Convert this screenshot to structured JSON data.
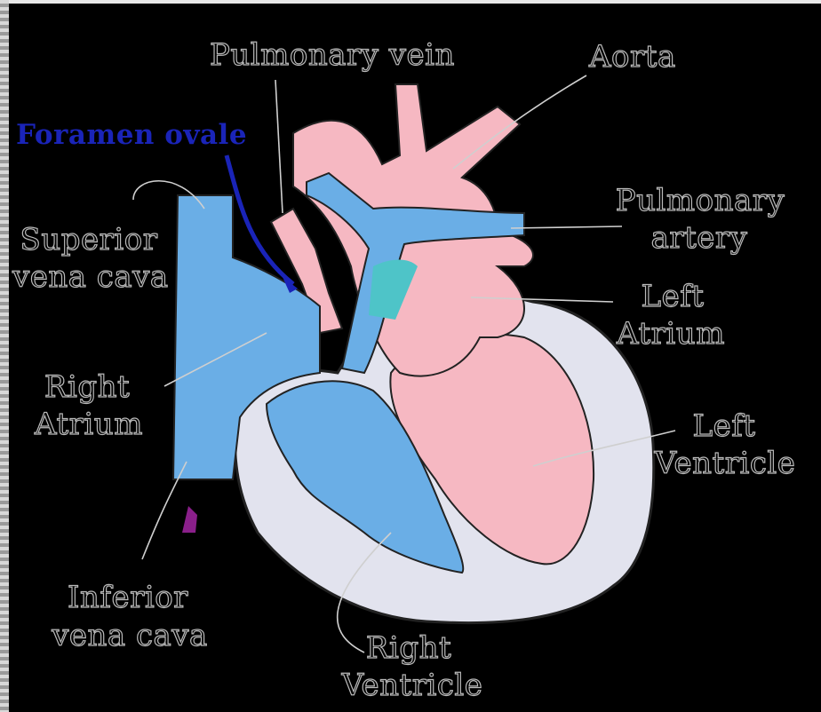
{
  "labels": {
    "pulmonary_vein": "Pulmonary vein",
    "aorta": "Aorta",
    "foramen_ovale": "Foramen ovale",
    "superior_vena_cava_1": "Superior",
    "superior_vena_cava_2": "vena cava",
    "pulmonary_artery_1": "Pulmonary",
    "pulmonary_artery_2": "artery",
    "left_atrium_1": "Left",
    "left_atrium_2": "Atrium",
    "right_atrium_1": "Right",
    "right_atrium_2": "Atrium",
    "left_ventricle_1": "Left",
    "left_ventricle_2": "Ventricle",
    "inferior_vena_cava_1": "Inferior",
    "inferior_vena_cava_2": "vena cava",
    "right_ventricle_1": "Right",
    "right_ventricle_2": "Ventricle"
  },
  "colors": {
    "background": "#000000",
    "pink": "#f6b8c2",
    "blue": "#6aaee6",
    "teal": "#4ec4c8",
    "grey_wall": "#e2e3ee",
    "foramen_ovale_text": "#1a24b8",
    "marker": "#8a1f8a"
  }
}
